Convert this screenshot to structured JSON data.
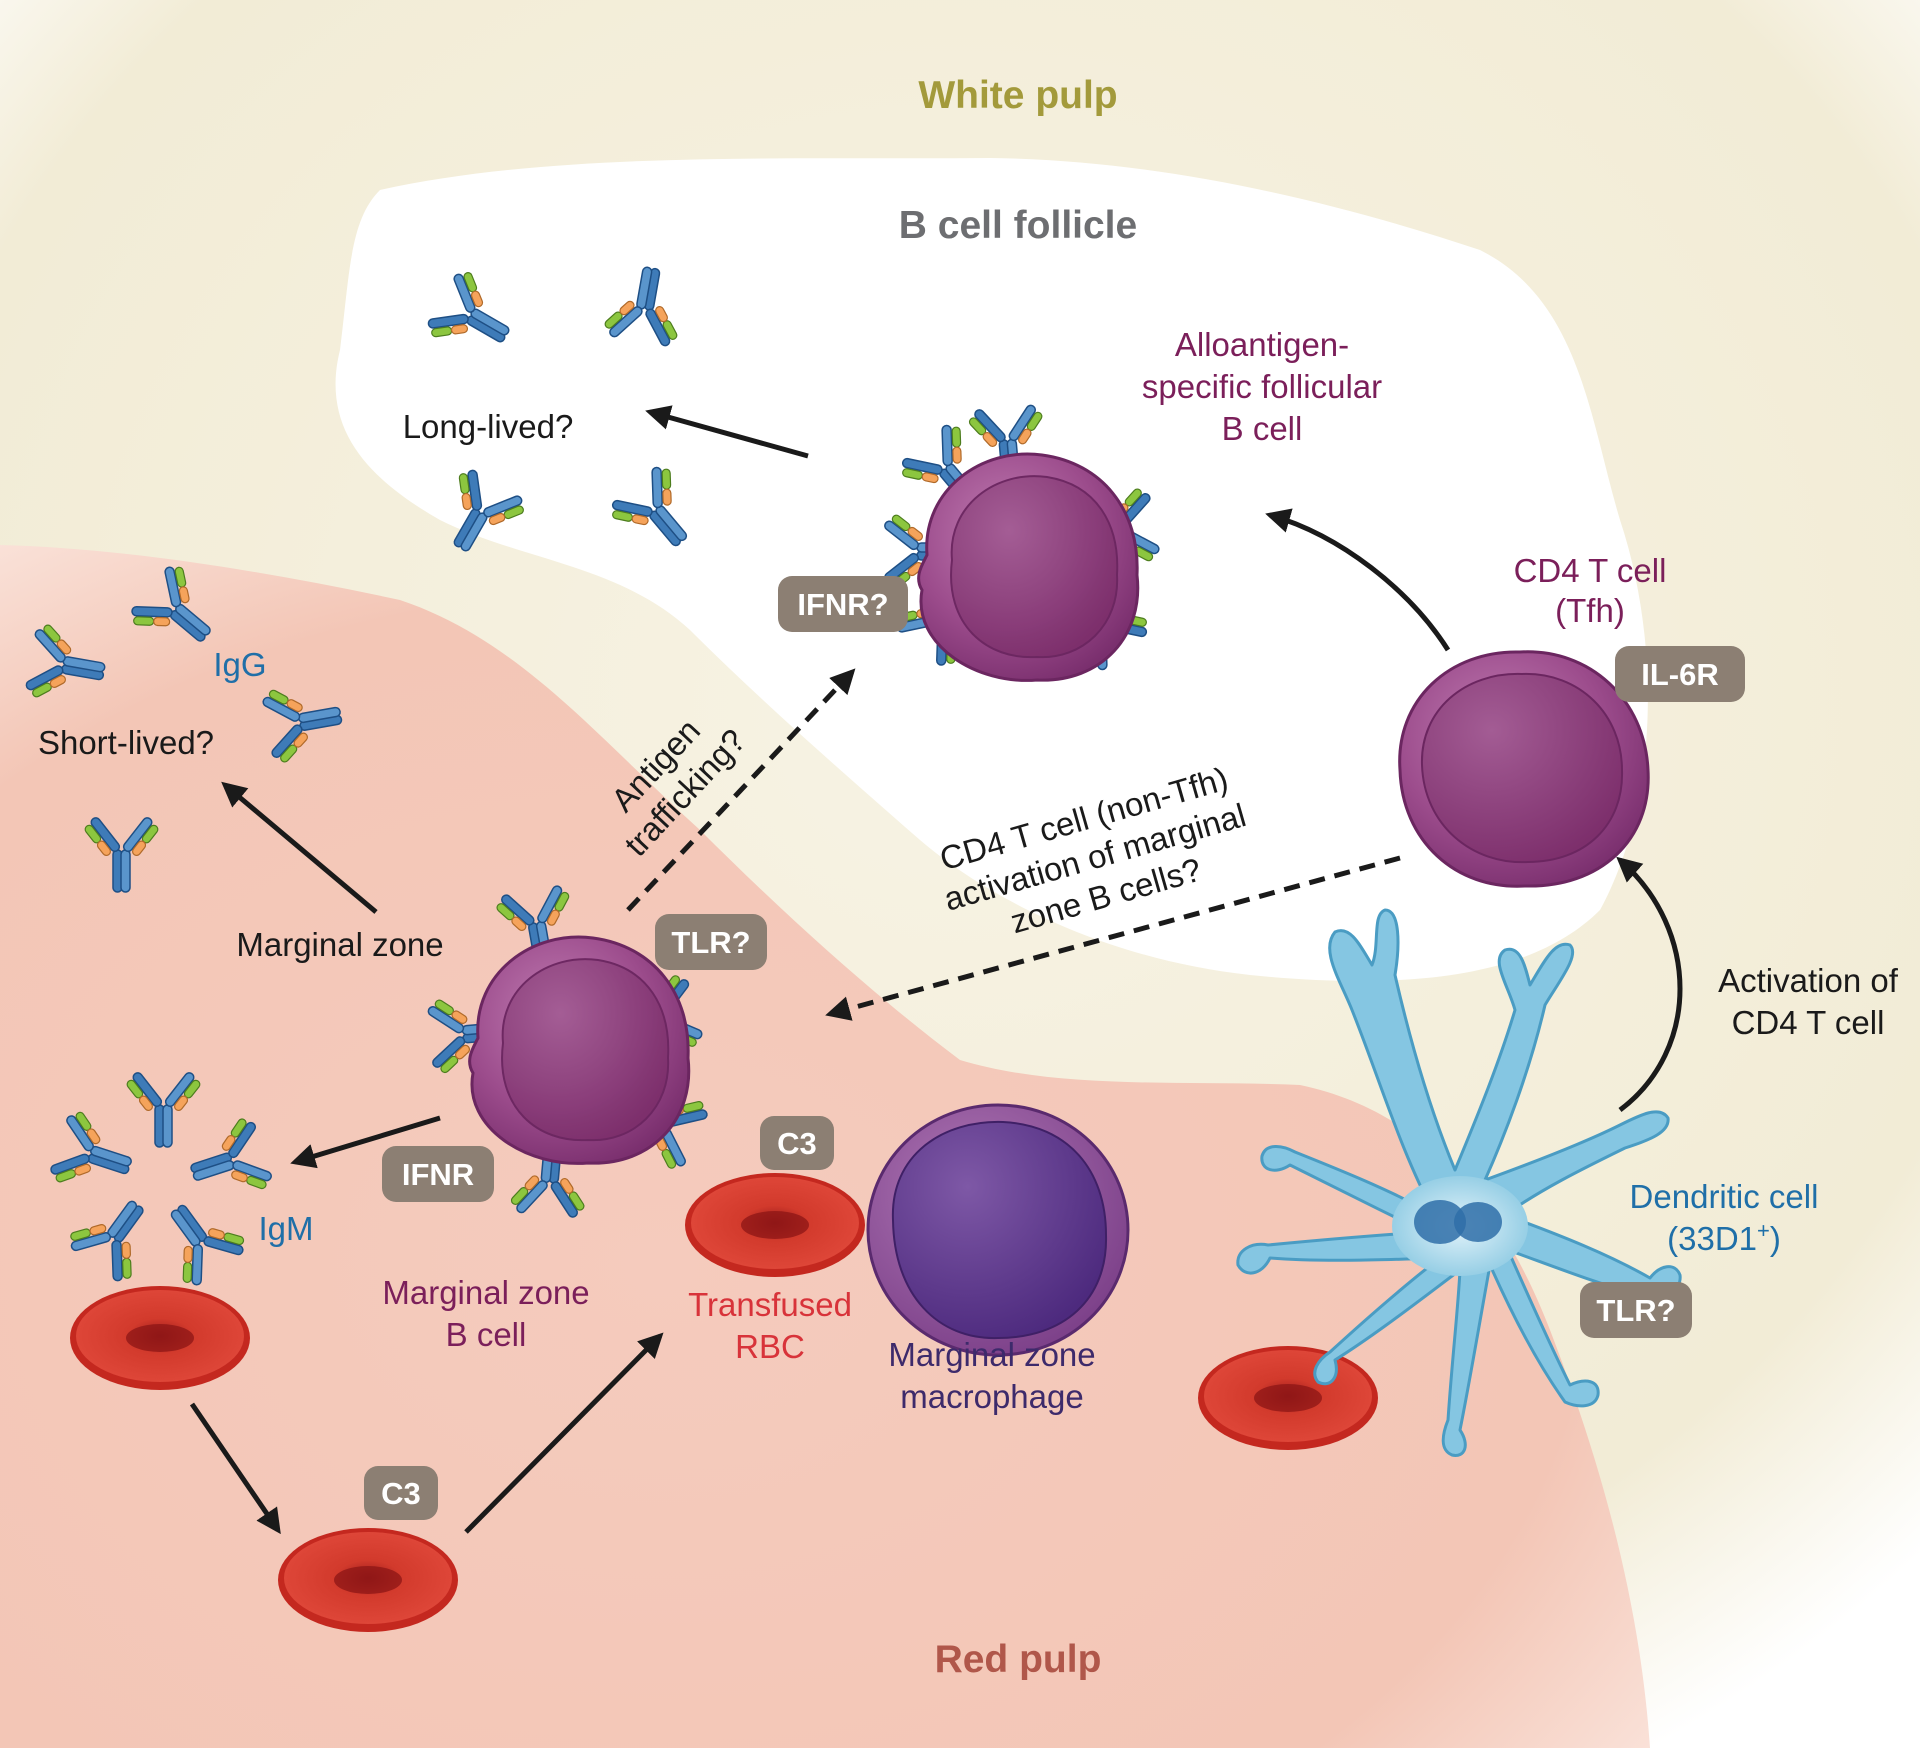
{
  "regions": {
    "white_pulp": "White pulp",
    "b_cell_follicle": "B cell follicle",
    "red_pulp": "Red pulp"
  },
  "labels": {
    "long_lived": "Long-lived?",
    "alloantigen_b_cell": [
      "Alloantigen-",
      "specific follicular",
      "B cell"
    ],
    "cd4_tfh": [
      "CD4 T cell",
      "(Tfh)"
    ],
    "igg": "IgG",
    "short_lived": "Short-lived?",
    "antigen_trafficking": [
      "Antigen",
      "trafficking?"
    ],
    "cd4_non_tfh": [
      "CD4 T cell (non-Tfh)",
      "activation of marginal",
      "zone B cells?"
    ],
    "marginal_zone": "Marginal zone",
    "activation_cd4": [
      "Activation of",
      "CD4 T cell"
    ],
    "igm": "IgM",
    "mz_b_cell": [
      "Marginal zone",
      "B cell"
    ],
    "transfused_rbc": [
      "Transfused",
      "RBC"
    ],
    "mz_macrophage": [
      "Marginal zone",
      "macrophage"
    ],
    "dendritic_cell": [
      "Dendritic cell",
      "(33D1",
      "+",
      ")"
    ]
  },
  "badges": {
    "ifnr_q": "IFNR?",
    "il6r": "IL-6R",
    "tlr_mz": "TLR?",
    "c3_top": "C3",
    "ifnr": "IFNR",
    "c3_bottom": "C3",
    "tlr_dc": "TLR?"
  },
  "colors": {
    "white_pulp": "#f6f2e2",
    "red_pulp": "#f4cbbd",
    "follicle": "#ffffff",
    "b_cell": "#8b3a78",
    "rbc": "#d8352b",
    "dendritic": "#7fc4e0",
    "badge": "#8c7f73",
    "white_pulp_text": "#a39a3b",
    "follicle_text": "#6d6e71",
    "red_pulp_text": "#b0574a",
    "purple_text": "#7b1f5a",
    "blue_text": "#1f6fa8",
    "red_text": "#d8333a",
    "macrophage_text": "#3d2a6b"
  }
}
